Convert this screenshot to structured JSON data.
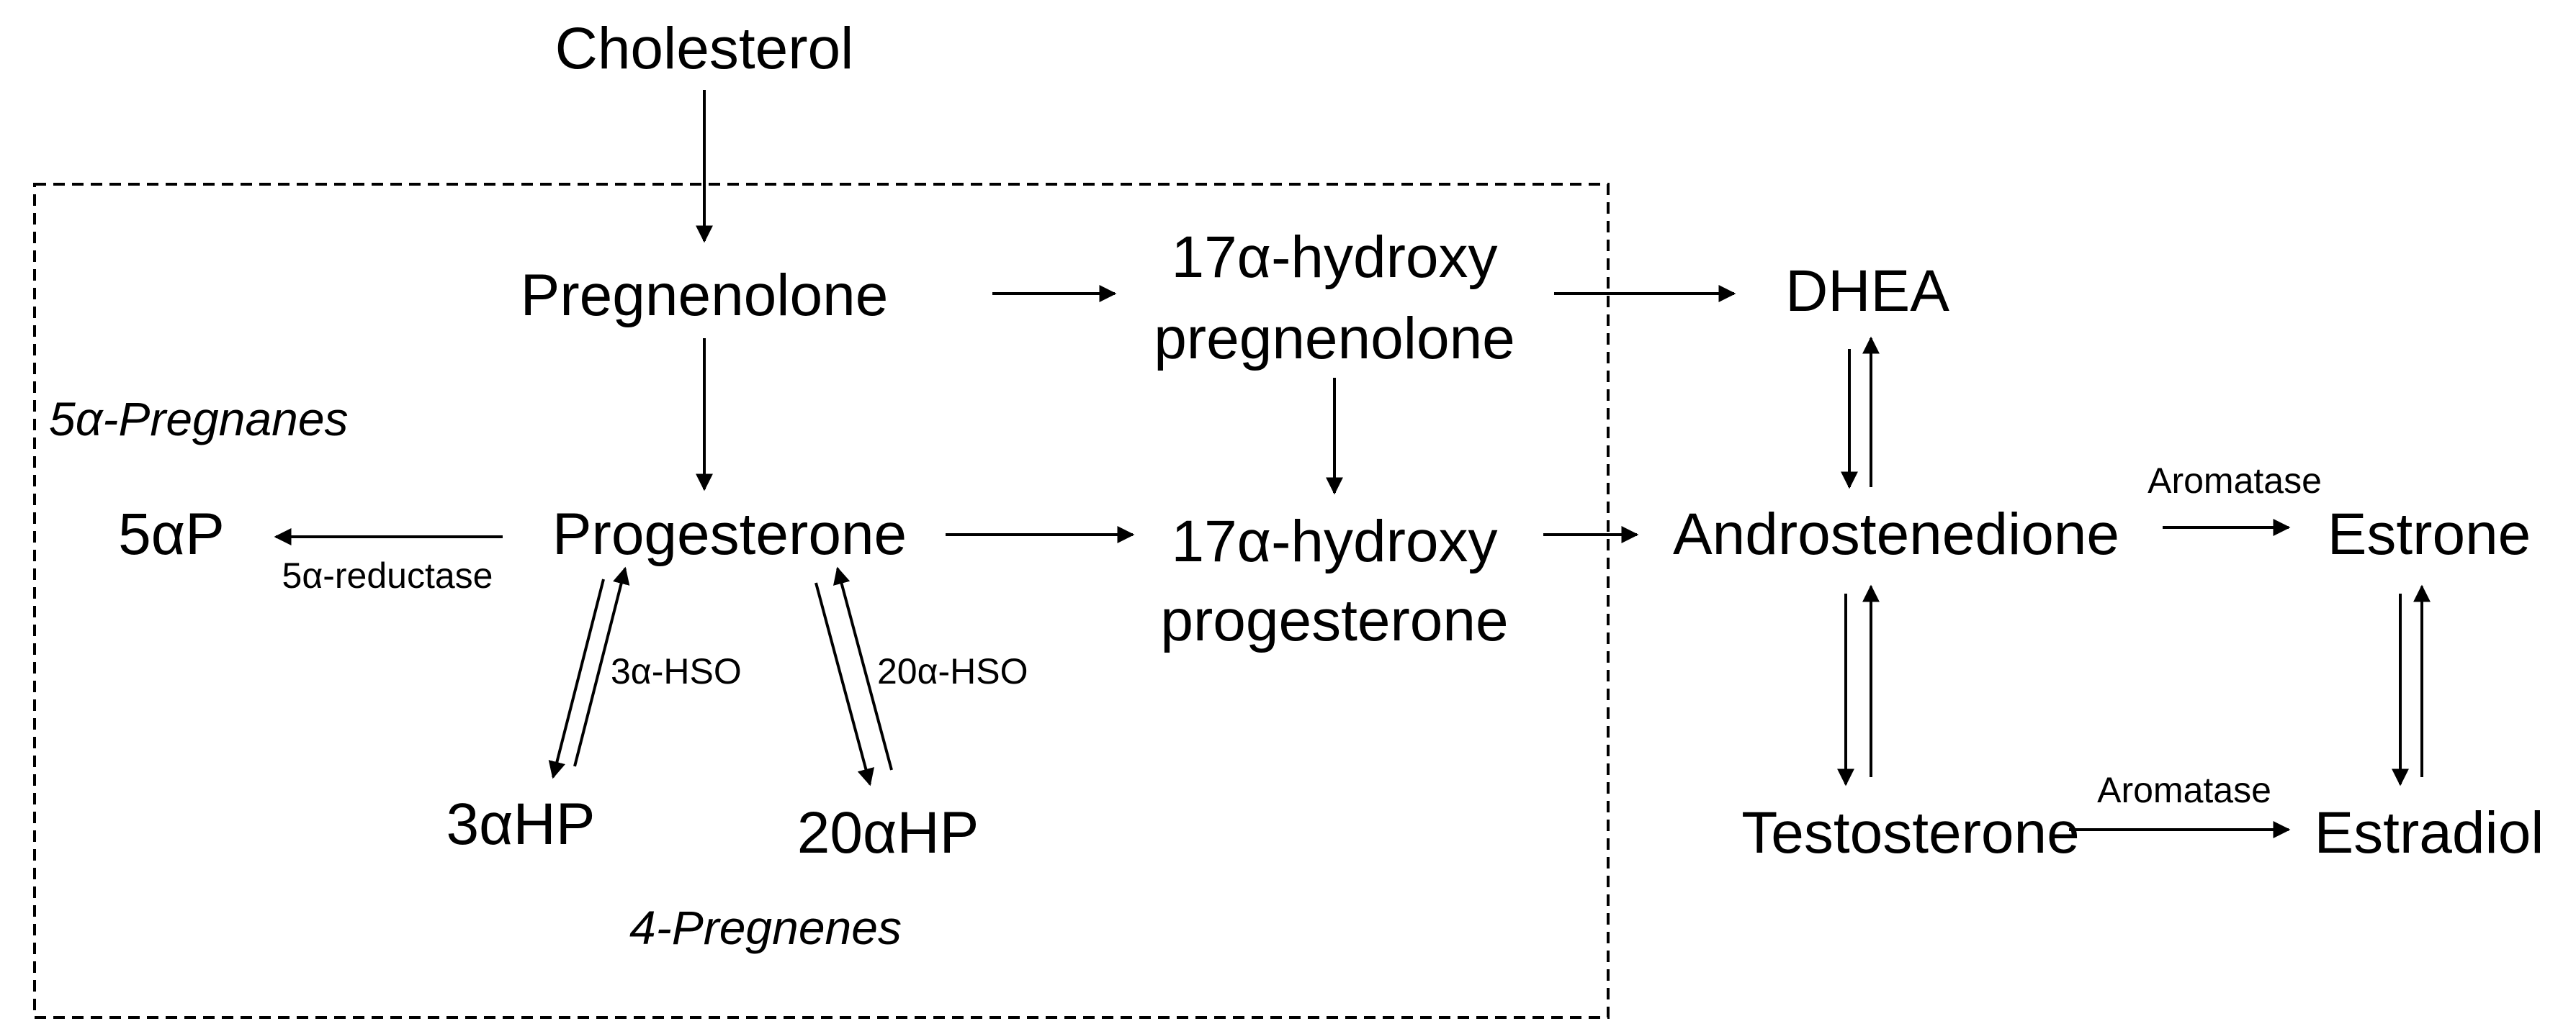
{
  "nodes": {
    "cholesterol": "Cholesterol",
    "pregnenolone": "Pregnenolone",
    "hydroxy_preg_line1": "17α-hydroxy",
    "hydroxy_preg_line2": "pregnenolone",
    "dhea": "DHEA",
    "five_ap": "5αP",
    "progesterone": "Progesterone",
    "hydroxy_prog_line1": "17α-hydroxy",
    "hydroxy_prog_line2": "progesterone",
    "androstenedione": "Androstenedione",
    "estrone": "Estrone",
    "three_ahp": "3αHP",
    "twenty_ahp": "20αHP",
    "testosterone": "Testosterone",
    "estradiol": "Estradiol"
  },
  "enzymes": {
    "five_alpha_reductase": "5α-reductase",
    "three_alpha_hso": "3α-HSO",
    "twenty_alpha_hso": "20α-HSO",
    "aromatase_top": "Aromatase",
    "aromatase_bottom": "Aromatase"
  },
  "groups": {
    "five_alpha_pregnanes": "5α-Pregnanes",
    "four_pregnenes": "4-Pregnenes"
  }
}
